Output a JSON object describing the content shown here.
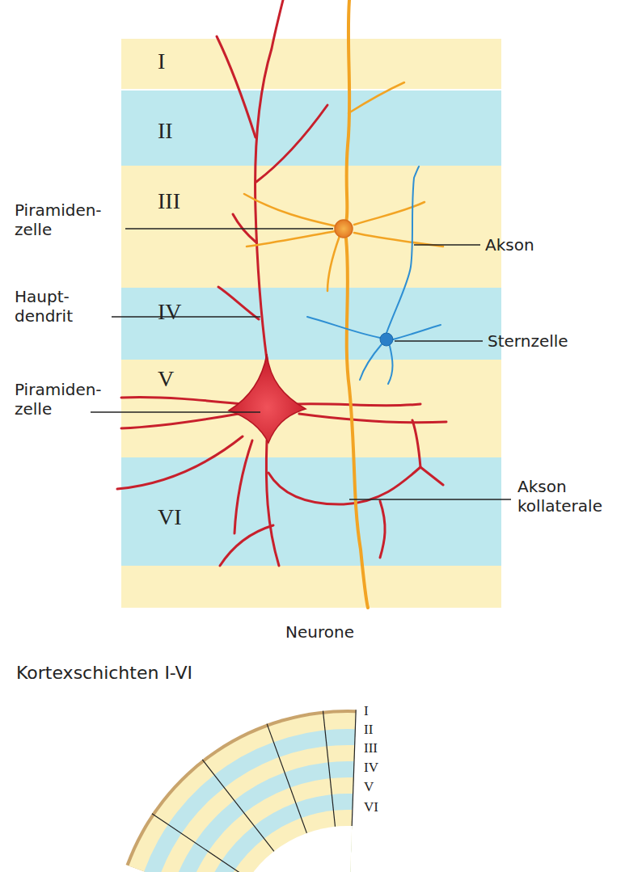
{
  "diagram": {
    "caption": "Neurone",
    "nodes": [
      {
        "text": [
          "I"
        ]
      },
      {
        "text": [
          "II"
        ]
      },
      {
        "text": [
          "III"
        ]
      },
      {
        "text": [
          "IV"
        ]
      },
      {
        "text": [
          "V"
        ]
      },
      {
        "text": [
          "VI"
        ]
      }
    ],
    "edges": [],
    "labels": [
      "Piramiden- zelle",
      "Haupt- dendrit",
      "Piramiden- zelle",
      "Akson",
      "Sternzelle",
      "Akson kollaterale",
      "Kortexschichten I-VI",
      "I",
      "II",
      "III",
      "IV",
      "V",
      "VI"
    ]
  }
}
